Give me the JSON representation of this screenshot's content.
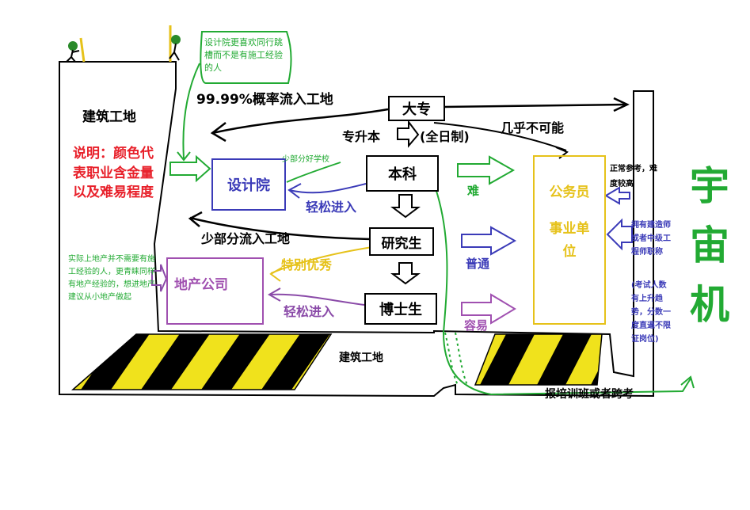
{
  "colors": {
    "green": "#22aa33",
    "red": "#e8202a",
    "blue": "#3b3bb8",
    "purple": "#a050b0",
    "yellow": "#e6c21a",
    "stripe_yellow": "#f0e21c",
    "black": "#000000"
  },
  "site": {
    "top_title": "建筑工地",
    "bottom_title": "建筑工地"
  },
  "note_color": "说明：颜色代表职业含金量以及难易程度",
  "design_institute": {
    "box": "设计院",
    "bubble": "设计院更喜欢同行跳槽而不是有施工经验的人",
    "small_label": "少部分好学校",
    "easy_label": "轻松进入"
  },
  "real_estate": {
    "box": "地产公司",
    "note": "实际上地产并不需要有施工经验的人，更青睐同样有地产经验的，想进地产建议从小地产做起",
    "special_label": "特别优秀",
    "easy_label": "轻松进入"
  },
  "degrees": {
    "dazhuan": "大专",
    "benke": "本科",
    "yanjiusheng": "研究生",
    "boshi": "博士生"
  },
  "flow_labels": {
    "percent_flow": "99.99%概率流入工地",
    "upgrade": "专升本",
    "fulltime": "(全日制)",
    "impossible": "几乎不可能",
    "minor_flow": "少部分流入工地"
  },
  "civil_service": {
    "line1": "公务员",
    "line2": "事业单位",
    "difficulty": [
      "难",
      "普通",
      "容易"
    ],
    "note_top": "正常参考，难度较高",
    "note_mid": "拥有建造师或者中级工程师职称",
    "note_trend": "(考试人数有上升趋势，分数一度直逼不限证岗位)",
    "bottom_path": "报培训班或者跨考"
  },
  "universe": "宇宙机"
}
